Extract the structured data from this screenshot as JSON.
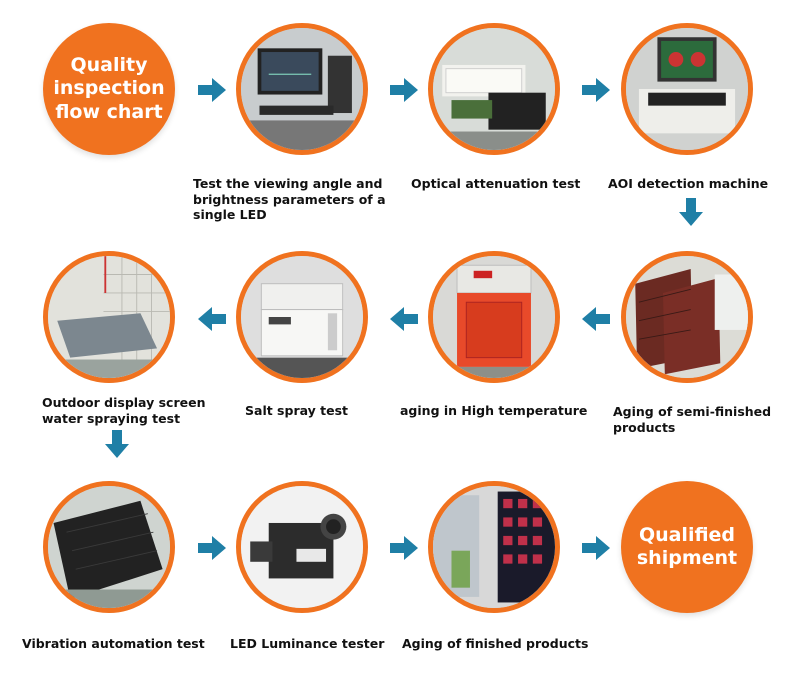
{
  "title_circle": "Quality inspection flow chart",
  "end_circle": "Qualified shipment",
  "steps": [
    {
      "label": "Test the viewing angle and brightness parameters of a single LED"
    },
    {
      "label": "Optical attenuation test"
    },
    {
      "label": "AOI detection machine"
    },
    {
      "label": "Aging of semi-finished products"
    },
    {
      "label": "aging in High temperature"
    },
    {
      "label": "Salt spray test"
    },
    {
      "label": "Outdoor display screen water spraying test"
    },
    {
      "label": "Vibration automation test"
    },
    {
      "label": "LED Luminance tester"
    },
    {
      "label": "Aging of finished products"
    }
  ],
  "colors": {
    "accent": "#f0721f",
    "arrow": "#1f7fa6",
    "text": "#111111"
  },
  "arrow_icon": "arrow-icon"
}
